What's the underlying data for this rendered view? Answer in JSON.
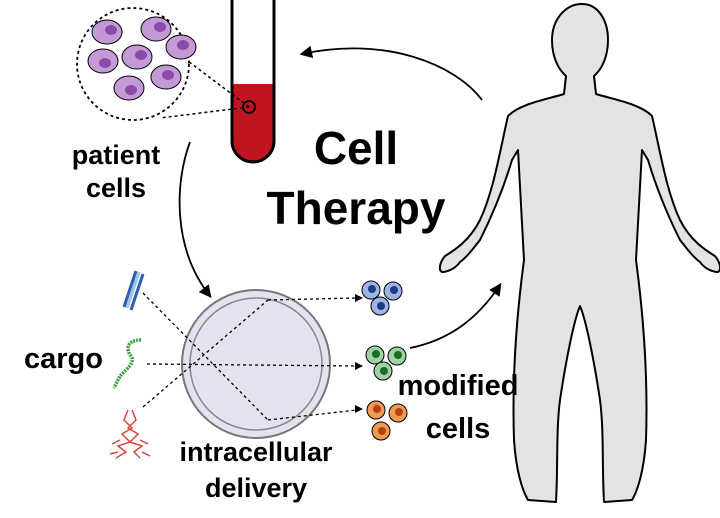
{
  "title": {
    "line1": "Cell",
    "line2": "Therapy"
  },
  "labels": {
    "patient_line1": "patient",
    "patient_line2": "cells",
    "cargo": "cargo",
    "delivery_line1": "intracellular",
    "delivery_line2": "delivery",
    "modified_line1": "modified",
    "modified_line2": "cells"
  },
  "colors": {
    "patient_cell": "#c39ad6",
    "patient_nucleus": "#8a4aa8",
    "blood": "#c0151f",
    "body": "#e3e3e3",
    "dish": "#e4e2f0",
    "cells_blue": "#9eb3e6",
    "cells_green": "#9fd4a2",
    "cells_orange": "#f19a52",
    "dna_blue": "#6f9ddc",
    "rna_green": "#3f9e3f",
    "protein_red": "#d9463b"
  },
  "icons": [
    "blood-tube-icon",
    "human-silhouette-icon",
    "petri-dish-icon",
    "dna-icon",
    "rna-icon",
    "protein-icon"
  ]
}
